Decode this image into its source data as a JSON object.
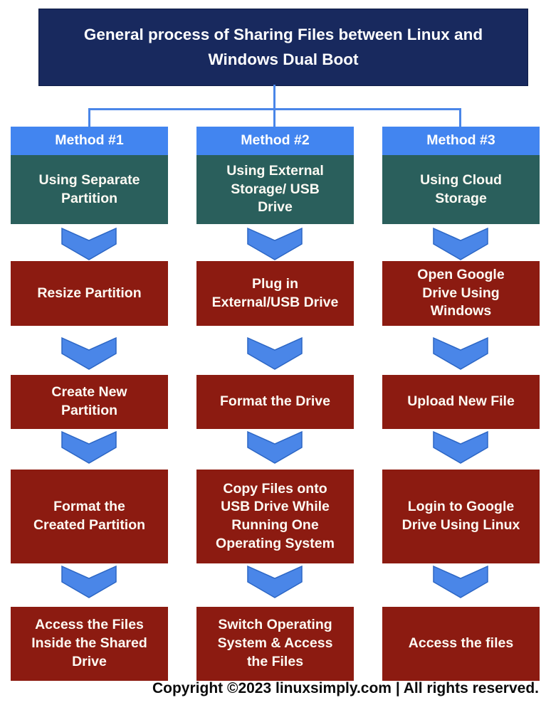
{
  "title": "General process of Sharing Files between Linux and\nWindows Dual Boot",
  "footer": "Copyright ©2023 linuxsimply.com | All rights reserved.",
  "colors": {
    "navy": "#18295e",
    "blue": "#4285f0",
    "teal": "#2a5f5c",
    "red": "#8c1b11",
    "connector": "#4a86e8",
    "chevron_fill": "#4a86e8",
    "chevron_stroke": "#2c66c4"
  },
  "columns": [
    {
      "method": "Method #1",
      "approach": "Using Separate\nPartition",
      "steps": [
        "Resize Partition",
        "Create New\nPartition",
        "Format the\nCreated Partition",
        "Access the Files\nInside the Shared\nDrive"
      ]
    },
    {
      "method": "Method #2",
      "approach": "Using External\nStorage/ USB\nDrive",
      "steps": [
        "Plug in\nExternal/USB Drive",
        "Format the Drive",
        "Copy Files onto\nUSB Drive While\nRunning One\nOperating System",
        "Switch Operating\nSystem & Access\nthe Files"
      ]
    },
    {
      "method": "Method #3",
      "approach": "Using Cloud\nStorage",
      "steps": [
        "Open Google\nDrive Using\nWindows",
        "Upload New File",
        "Login to Google\nDrive Using Linux",
        "Access the files"
      ]
    }
  ]
}
